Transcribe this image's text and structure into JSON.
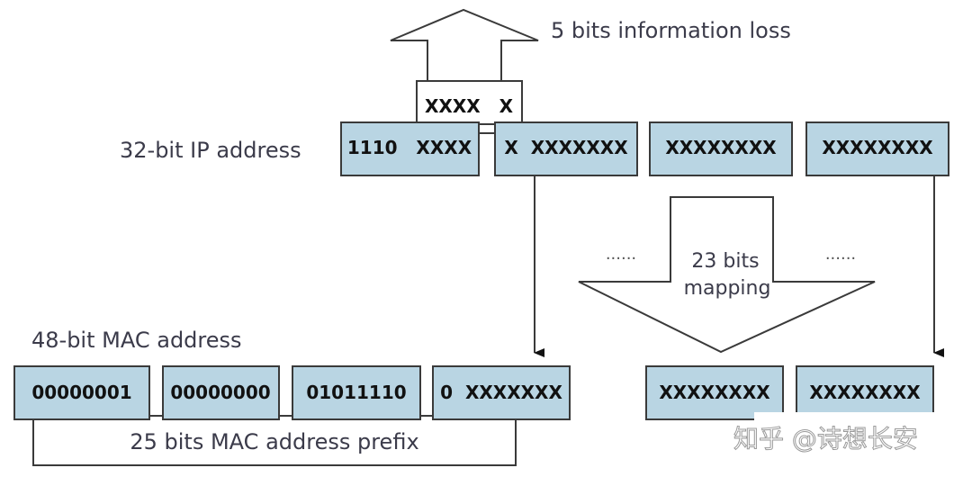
{
  "labels": {
    "info_loss": "5 bits information loss",
    "ip_address": "32-bit IP address",
    "mac_address": "48-bit MAC address",
    "mapping_line1": "23 bits",
    "mapping_line2": "mapping",
    "mac_prefix": "25 bits MAC address prefix",
    "ellipsis_left": "......",
    "ellipsis_right": "......"
  },
  "lost_bits": "XXXX   X",
  "ip_octets": [
    "1110   XXXX",
    "X  XXXXXXX",
    "XXXXXXXX",
    "XXXXXXXX"
  ],
  "mac_octets": [
    "00000001",
    "00000000",
    "01011110",
    "0  XXXXXXX",
    "XXXXXXXX",
    "XXXXXXXX"
  ],
  "watermark": "知乎 @诗想长安",
  "colors": {
    "octet_fill": "#b9d5e3",
    "outline": "#3a3a3a"
  }
}
